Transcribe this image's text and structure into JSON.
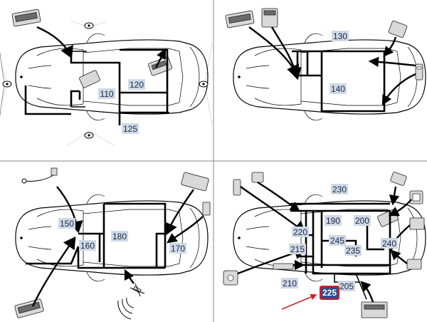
{
  "panels": [
    {
      "labels": [
        "110",
        "120",
        "125"
      ]
    },
    {
      "labels": [
        "130",
        "140"
      ]
    },
    {
      "labels": [
        "150",
        "160",
        "180",
        "170"
      ]
    },
    {
      "labels": [
        "230",
        "190",
        "200",
        "220",
        "245",
        "215",
        "235",
        "240",
        "210",
        "205"
      ],
      "highlight": "225"
    }
  ],
  "colors": {
    "label_bg": "#cfd8e6",
    "label_text": "#1a2a44",
    "highlight_bg": "#2e4e8c",
    "highlight_arrow": "#d42020"
  }
}
